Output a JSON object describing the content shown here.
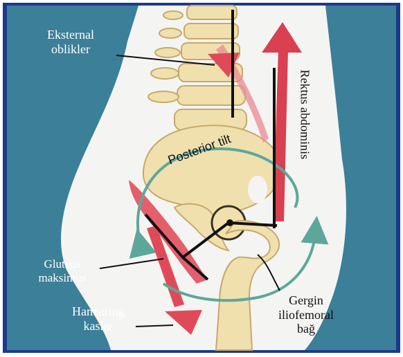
{
  "labels": {
    "external_obliques_line1": "Eksternal",
    "external_obliques_line2": "oblikler",
    "rectus_abdominis": "Rektus abdominis",
    "posterior_tilt": "Posterior tilt",
    "gluteus_line1": "Gluteus",
    "gluteus_line2": "maksimus",
    "hamstring_line1": "Hamstring",
    "hamstring_line2": "kaslar",
    "ligament_line1": "Gergin",
    "ligament_line2": "iliofemoral",
    "ligament_line3": "bağ"
  },
  "colors": {
    "frame": "#1a3a8c",
    "background": "#3b7f98",
    "body": "#f4f4f2",
    "bone": "#efe0ae",
    "bone_outline": "#c8a86a",
    "muscle": "#d94050",
    "arrow": "#5da79a"
  }
}
